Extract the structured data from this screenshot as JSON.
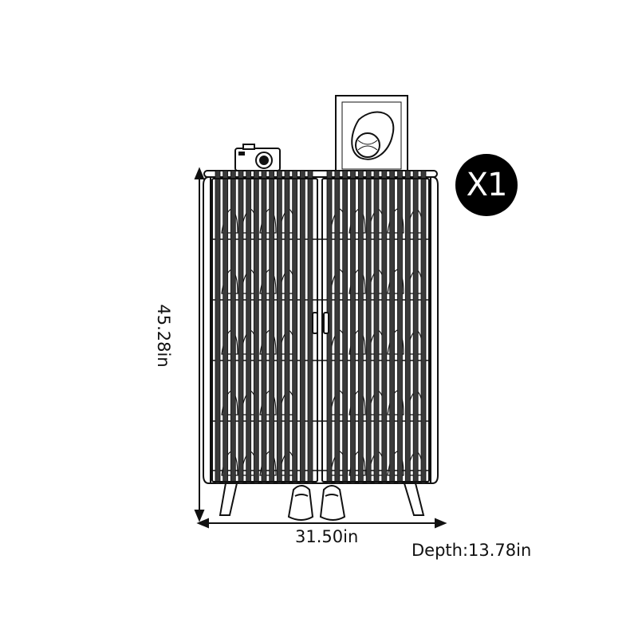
{
  "dimensions": {
    "height": "45.28in",
    "width": "31.50in",
    "depth": "Depth:13.78in"
  },
  "quantity_badge": "X1",
  "product": {
    "slat_count_per_door": 13,
    "shelf_count": 5,
    "accessories": [
      "camera-icon",
      "picture-frame-icon",
      "shoes-icon"
    ]
  },
  "colors": {
    "line": "#111111",
    "badge_bg": "#000000",
    "badge_text": "#ffffff"
  }
}
